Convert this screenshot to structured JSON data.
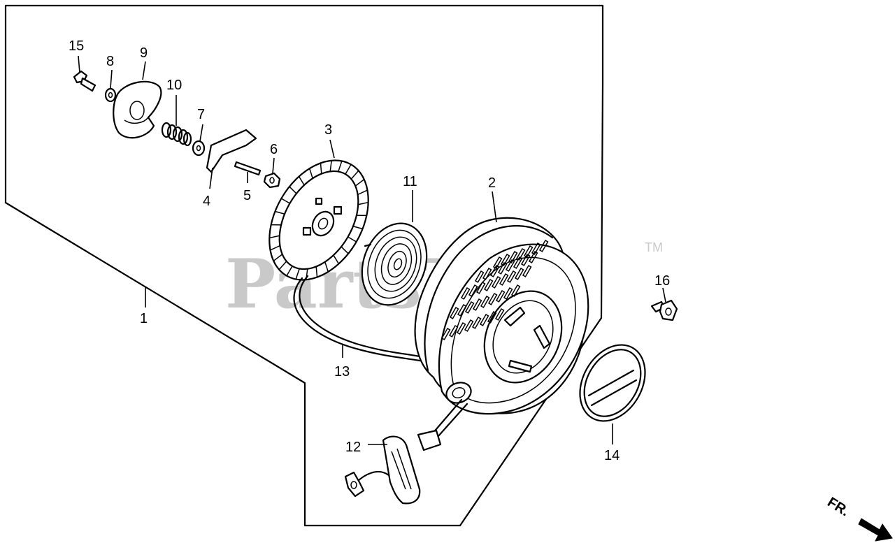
{
  "watermark": {
    "text": "PartsTree",
    "trademark": "TM"
  },
  "direction_marker": {
    "label": "FR."
  },
  "part_labels": [
    {
      "id": "1",
      "text": "1"
    },
    {
      "id": "2",
      "text": "2"
    },
    {
      "id": "3",
      "text": "3"
    },
    {
      "id": "4",
      "text": "4"
    },
    {
      "id": "5",
      "text": "5"
    },
    {
      "id": "6",
      "text": "6"
    },
    {
      "id": "7",
      "text": "7"
    },
    {
      "id": "8",
      "text": "8"
    },
    {
      "id": "9",
      "text": "9"
    },
    {
      "id": "10",
      "text": "10"
    },
    {
      "id": "11",
      "text": "11"
    },
    {
      "id": "12",
      "text": "12"
    },
    {
      "id": "13",
      "text": "13"
    },
    {
      "id": "14",
      "text": "14"
    },
    {
      "id": "15",
      "text": "15"
    },
    {
      "id": "16",
      "text": "16"
    }
  ]
}
